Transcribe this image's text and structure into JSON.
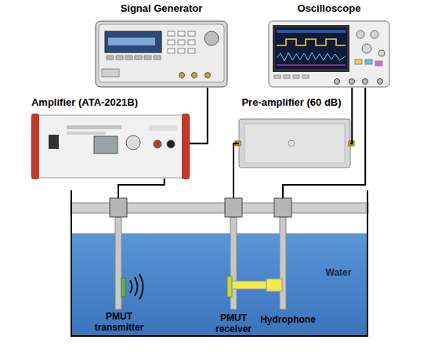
{
  "diagram": {
    "nodes": [
      {
        "text": [
          "Signal Generator"
        ]
      },
      {
        "text": [
          "Oscilloscope"
        ]
      },
      {
        "text": [
          "Amplifier (ATA-2021B)"
        ]
      },
      {
        "text": [
          "Pre-amplifier (60 dB)"
        ]
      },
      {
        "text": [
          "Water"
        ]
      },
      {
        "text": [
          "PMUT transmitter"
        ],
        "in": 4
      },
      {
        "text": [
          "PMUT receiver"
        ],
        "in": 4
      },
      {
        "text": [
          "Hydrophone"
        ],
        "in": 4
      }
    ],
    "edges": [
      {
        "from": 0,
        "to": 2,
        "arrow": "none"
      },
      {
        "from": 2,
        "to": 5,
        "arrow": "none"
      },
      {
        "from": 6,
        "to": 3,
        "arrow": "none"
      },
      {
        "from": 3,
        "to": 1,
        "arrow": "none"
      },
      {
        "from": 7,
        "to": 1,
        "arrow": "none"
      }
    ]
  }
}
